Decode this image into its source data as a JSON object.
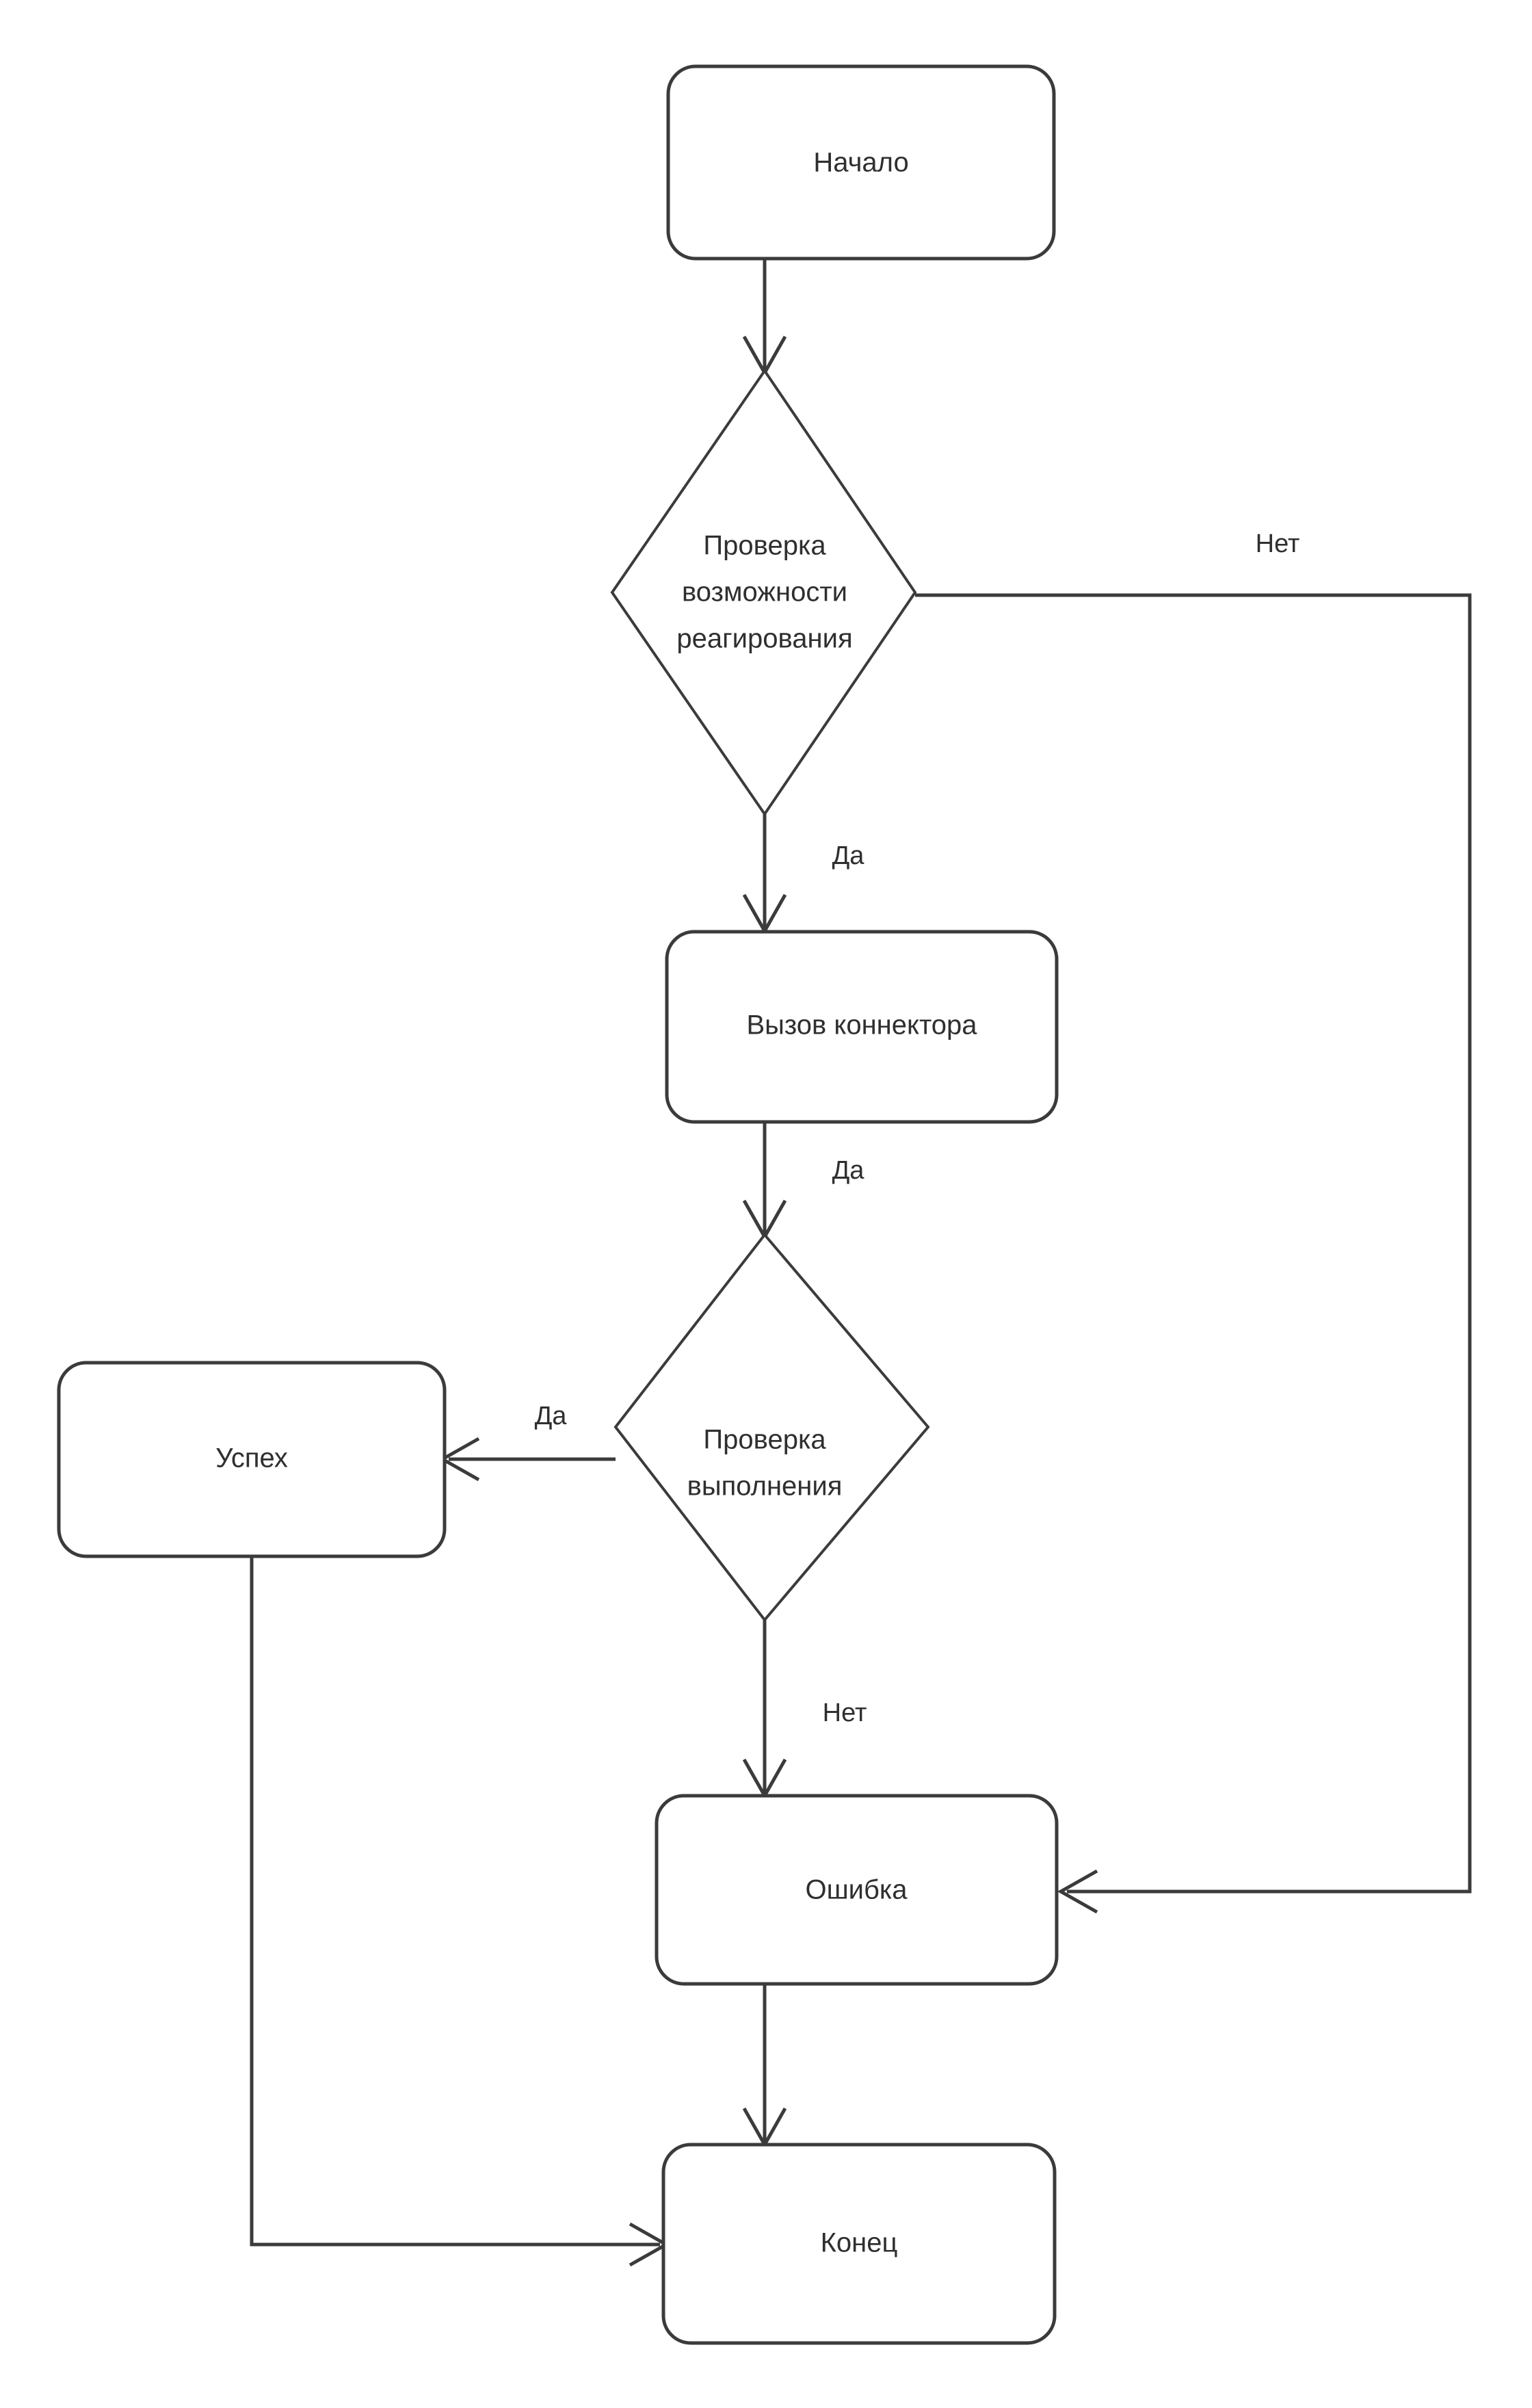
{
  "diagram": {
    "type": "flowchart",
    "language": "ru",
    "background_color": "#ffffff",
    "stroke_color": "#3b3b3b",
    "text_color": "#2f2f2f",
    "nodes": [
      {
        "id": "start",
        "shape": "rounded-rect",
        "label": "Начало"
      },
      {
        "id": "check_ability",
        "shape": "diamond",
        "label_line1": "Проверка",
        "label_line2": "возможности",
        "label_line3": "реагирования"
      },
      {
        "id": "call_connector",
        "shape": "rounded-rect",
        "label": "Вызов коннектора"
      },
      {
        "id": "check_exec",
        "shape": "diamond",
        "label_line1": "Проверка",
        "label_line2": "выполнения"
      },
      {
        "id": "success",
        "shape": "rounded-rect",
        "label": "Успех"
      },
      {
        "id": "error",
        "shape": "rounded-rect",
        "label": "Ошибка"
      },
      {
        "id": "end",
        "shape": "rounded-rect",
        "label": "Конец"
      }
    ],
    "edges": [
      {
        "id": "e1",
        "from": "start",
        "to": "check_ability",
        "label": ""
      },
      {
        "id": "e2",
        "from": "check_ability",
        "to": "error",
        "label": "Нет"
      },
      {
        "id": "e3",
        "from": "check_ability",
        "to": "call_connector",
        "label": "Да"
      },
      {
        "id": "e4",
        "from": "call_connector",
        "to": "check_exec",
        "label": "Да"
      },
      {
        "id": "e5",
        "from": "check_exec",
        "to": "success",
        "label": "Да"
      },
      {
        "id": "e6",
        "from": "check_exec",
        "to": "error",
        "label": "Нет"
      },
      {
        "id": "e7",
        "from": "error",
        "to": "end",
        "label": ""
      },
      {
        "id": "e8",
        "from": "success",
        "to": "end",
        "label": ""
      }
    ]
  }
}
